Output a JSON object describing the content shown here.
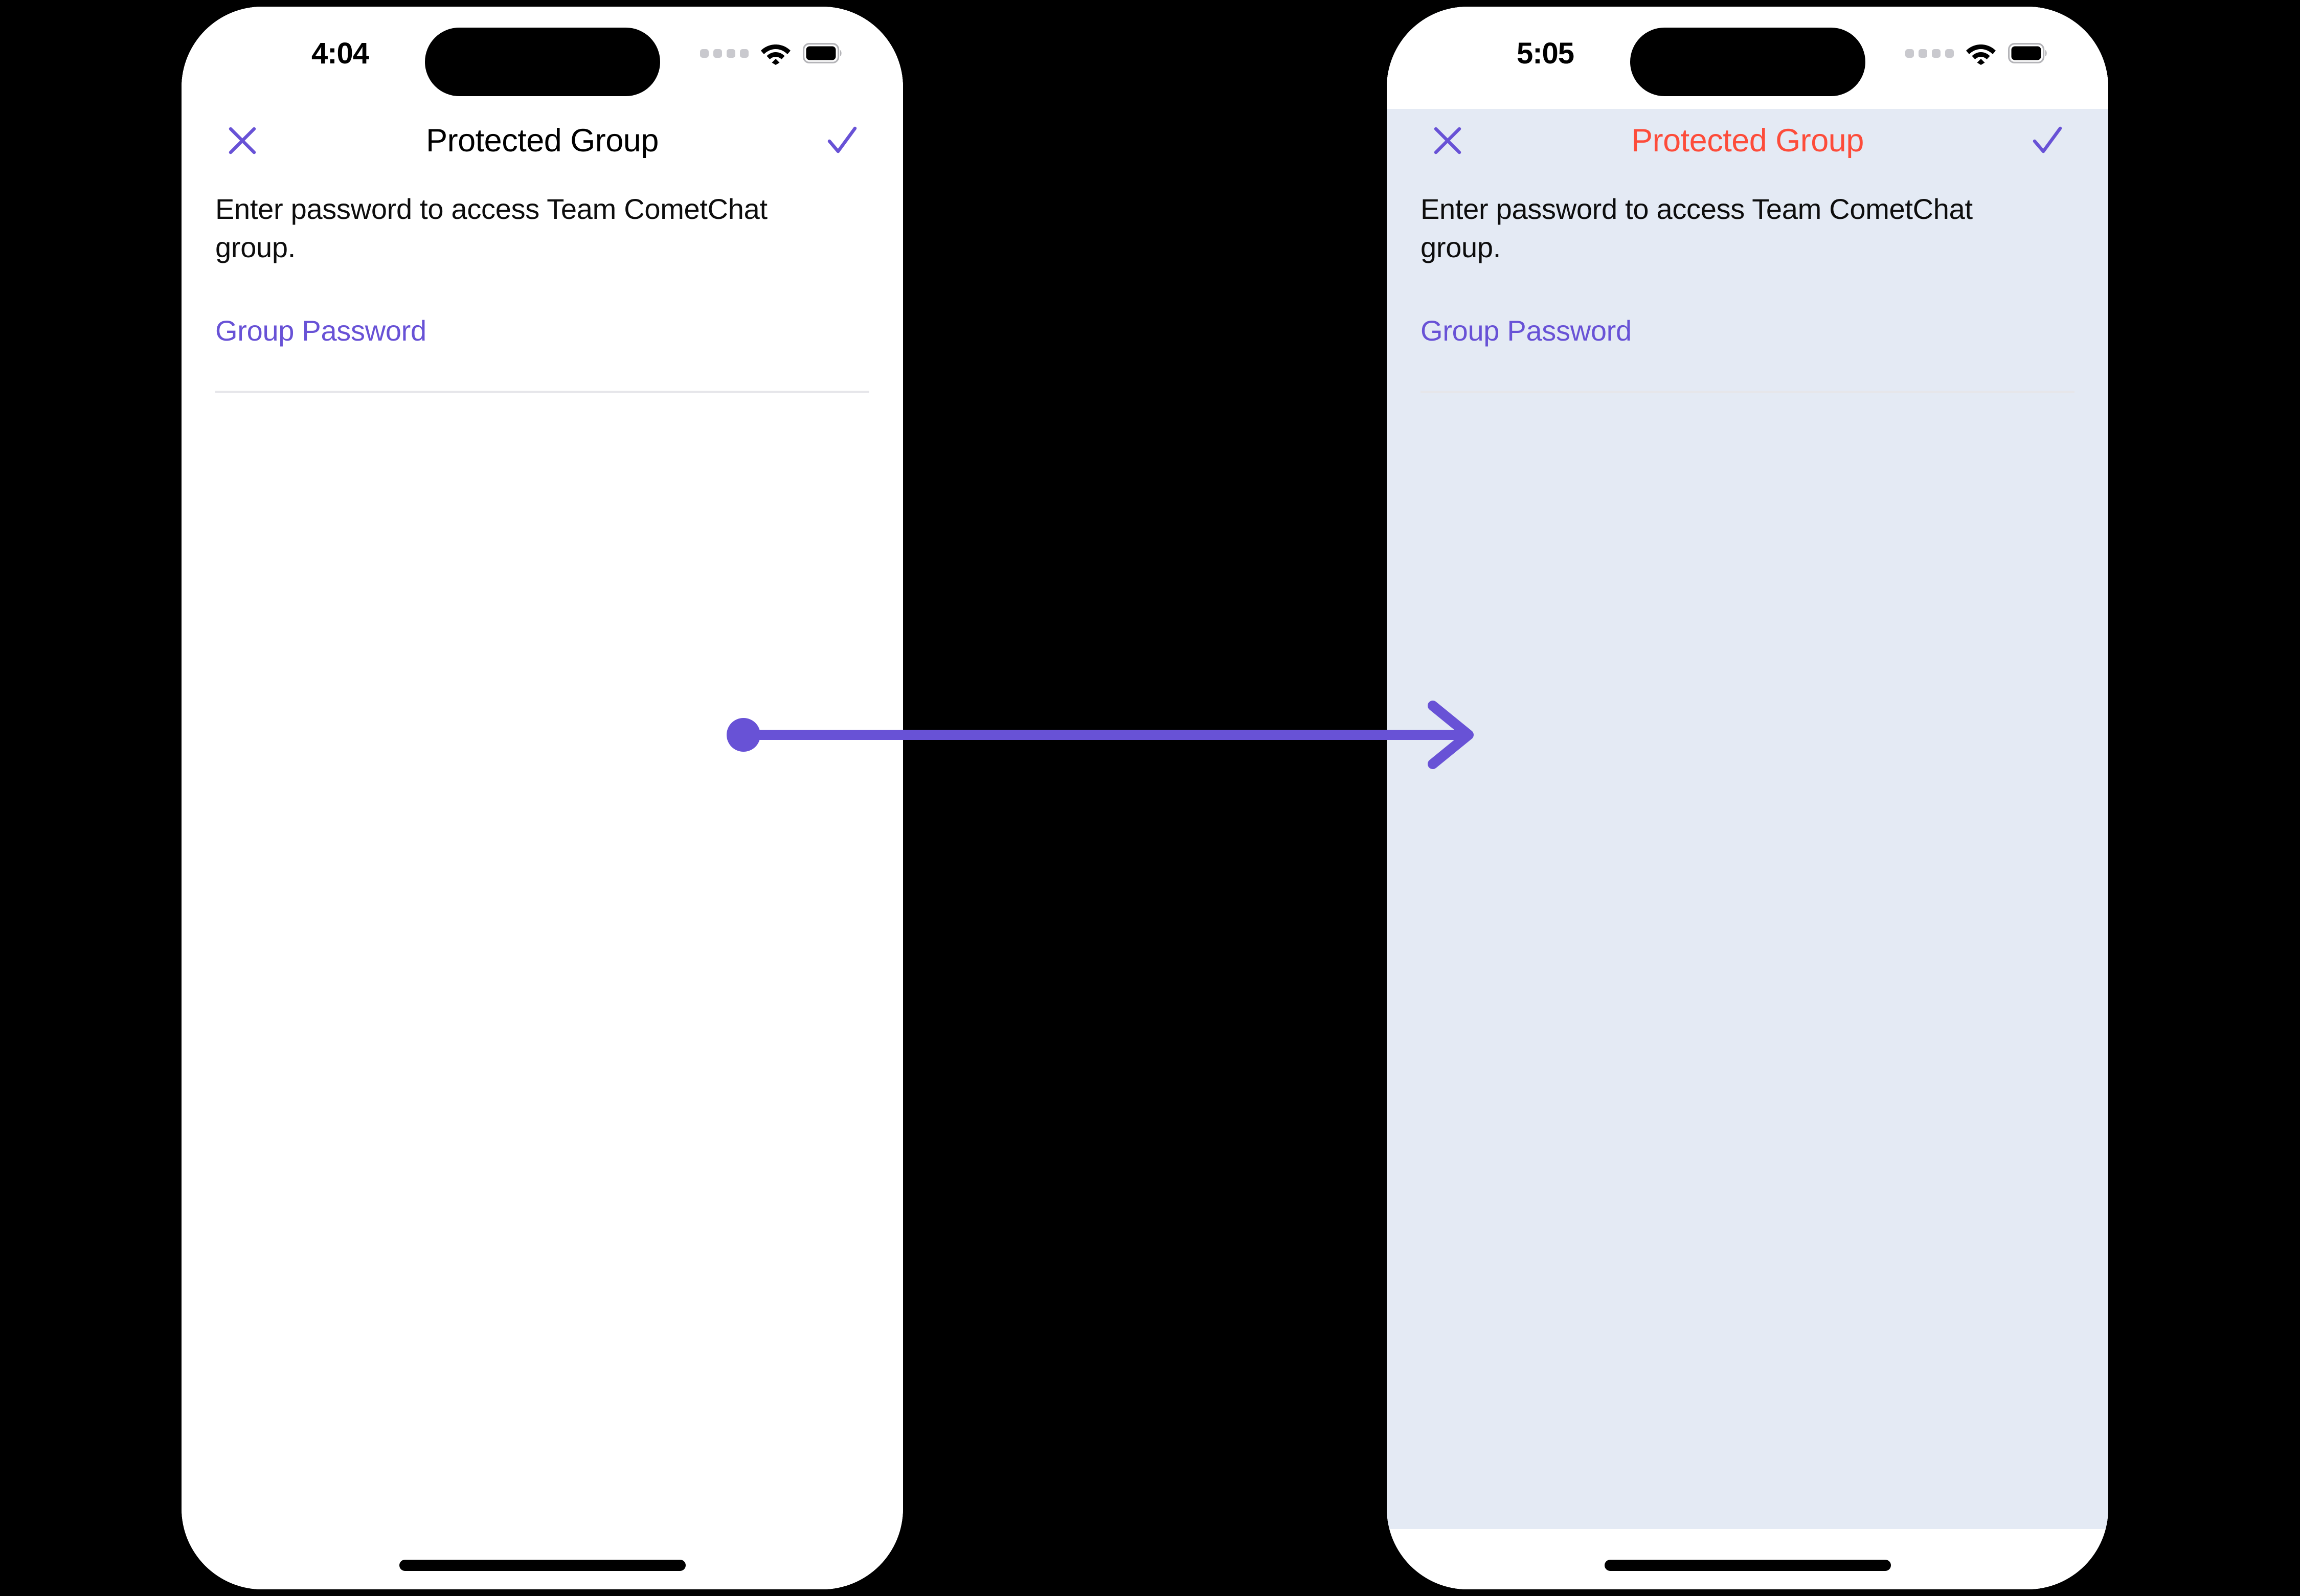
{
  "annotation": {
    "arrow_color": "#6852d6",
    "name": "flow-arrow",
    "direction": "left-to-right"
  },
  "theme": {
    "accent_purple": "#6852d6",
    "title_error_red": "#fd4c3a",
    "title_default_black": "#000000",
    "screen_background_light": "#ffffff",
    "screen_background_tinted": "#e4eaf4",
    "underline_grey": "#e6e6ea",
    "body_text": "#0d0d0d",
    "status_dot_grey": "#c9c9ce"
  },
  "screens": [
    {
      "id": "before",
      "status_bar": {
        "time": "4:04",
        "cellular_dots": 4,
        "wifi_icon": "wifi-icon",
        "battery_icon": "battery-icon"
      },
      "header": {
        "close_icon": "close-icon",
        "title": "Protected Group",
        "title_color": "#000000",
        "confirm_icon": "check-icon"
      },
      "body": {
        "description": "Enter password to access Team CometChat group.",
        "field": {
          "label": "Group Password",
          "label_color": "#6852d6",
          "value": "",
          "placeholder": ""
        }
      },
      "background": "#ffffff",
      "home_indicator": true
    },
    {
      "id": "after",
      "status_bar": {
        "time": "5:05",
        "cellular_dots": 4,
        "wifi_icon": "wifi-icon",
        "battery_icon": "battery-icon"
      },
      "header": {
        "close_icon": "close-icon",
        "title": "Protected Group",
        "title_color": "#fd4c3a",
        "confirm_icon": "check-icon"
      },
      "body": {
        "description": "Enter password to access Team CometChat group.",
        "field": {
          "label": "Group Password",
          "label_color": "#6852d6",
          "value": "",
          "placeholder": ""
        }
      },
      "background": "#e4eaf4",
      "home_indicator": true
    }
  ]
}
